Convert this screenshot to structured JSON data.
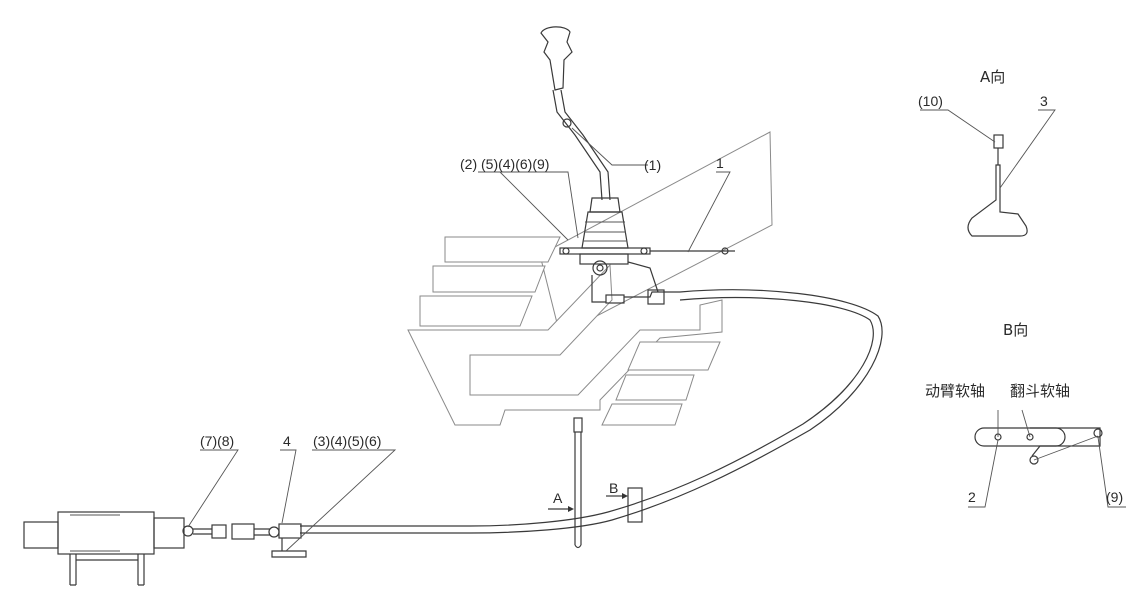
{
  "view_a": {
    "title": "A向",
    "callout_10": "(10)",
    "callout_3": "3"
  },
  "view_b": {
    "title": "B向",
    "left_shaft": "动臂软轴",
    "right_shaft": "翻斗软轴",
    "callout_2": "2",
    "callout_9": "(9)"
  },
  "main": {
    "callout_1_paren": "(1)",
    "callout_group_top": "(2) (5)(4)(6)(9)",
    "callout_1": "1",
    "callout_78": "(7)(8)",
    "callout_4": "4",
    "callout_3456": "(3)(4)(5)(6)",
    "arrow_a": "A",
    "arrow_b": "B"
  }
}
